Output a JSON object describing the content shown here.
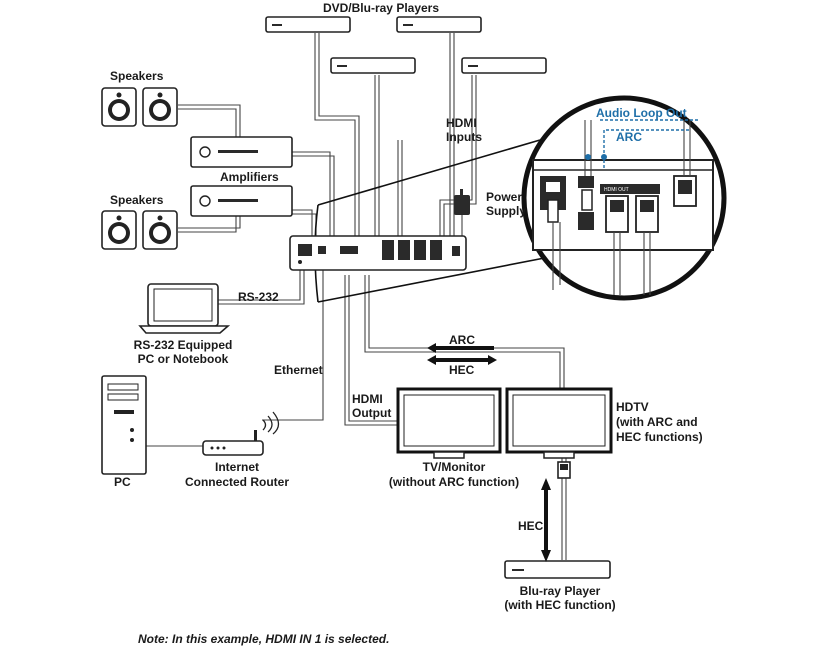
{
  "labels": {
    "dvd_players": "DVD/Blu-ray Players",
    "speakers_top": "Speakers",
    "speakers_bottom": "Speakers",
    "amplifiers": "Amplifiers",
    "hdmi_inputs_1": "HDMI",
    "hdmi_inputs_2": "Inputs",
    "power_supply_1": "Power",
    "power_supply_2": "Supply",
    "audio_loop_out": "Audio Loop Out",
    "arc_zoom": "ARC",
    "hdmi_out_port": "HDMI OUT",
    "rs232": "RS-232",
    "rs232_pc_1": "RS-232 Equipped",
    "rs232_pc_2": "PC or Notebook",
    "ethernet": "Ethernet",
    "arc_arrow": "ARC",
    "hec_arrow": "HEC",
    "hdmi_output_1": "HDMI",
    "hdmi_output_2": "Output",
    "hdtv_1": "HDTV",
    "hdtv_2": "(with ARC and",
    "hdtv_3": "HEC functions)",
    "tv_monitor_1": "TV/Monitor",
    "tv_monitor_2": "(without ARC function)",
    "pc": "PC",
    "router_1": "Internet",
    "router_2": "Connected Router",
    "hec_vertical": "HEC",
    "bluray_1": "Blu-ray Player",
    "bluray_2": "(with HEC function)",
    "note": "Note: In this example, HDMI IN 1 is selected."
  },
  "colors": {
    "accent": "#1f6fa8",
    "line": "#222222"
  }
}
